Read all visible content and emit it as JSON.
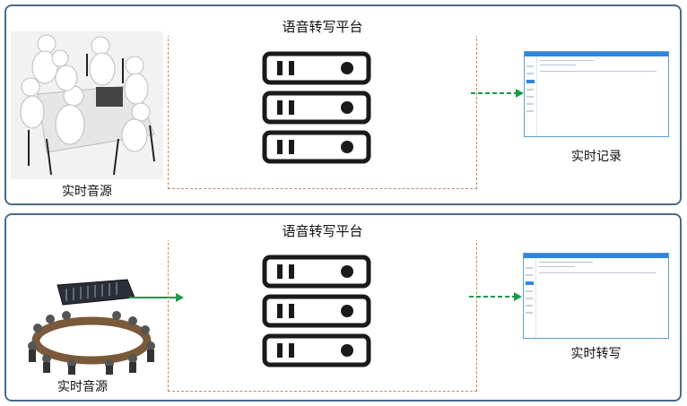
{
  "panels": [
    {
      "platform_title": "语音转写平台",
      "source_caption": "实时音源",
      "output_caption": "实时记录"
    },
    {
      "platform_title": "语音转写平台",
      "source_caption": "实时音源",
      "output_caption": "实时转写"
    }
  ],
  "colors": {
    "panel_border": "#4a6a88",
    "platform_border": "#c98a5a",
    "arrow": "#1a9a4a",
    "server": "#1a1a1a",
    "screen_accent": "#2e86de"
  },
  "icons": [
    "server-icon",
    "meeting-people-illustration",
    "mixing-console-illustration",
    "app-screenshot-thumbnail"
  ]
}
